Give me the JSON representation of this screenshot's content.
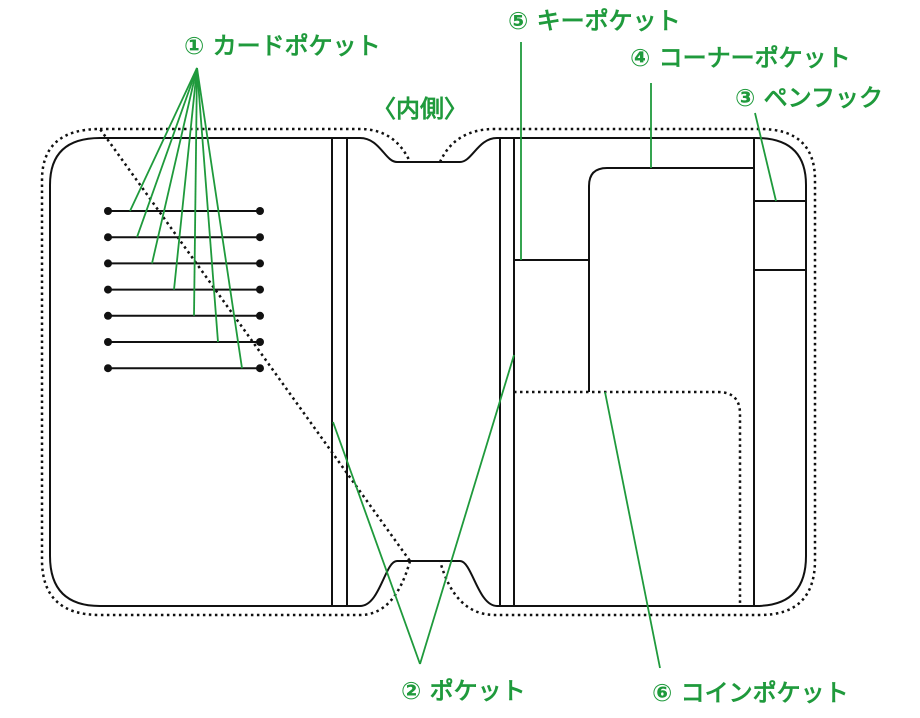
{
  "title": "〈内側〉",
  "labels": {
    "card_pocket": "① カードポケット",
    "key_pocket": "⑤ キーポケット",
    "corner_pocket": "④ コーナーポケット",
    "pen_hook": "③ ペンフック",
    "pocket": "② ポケット",
    "coin_pocket": "⑥ コインポケット"
  },
  "colors": {
    "label": "#1f9a3c",
    "line": "#111111"
  },
  "card_slot_count": 7
}
